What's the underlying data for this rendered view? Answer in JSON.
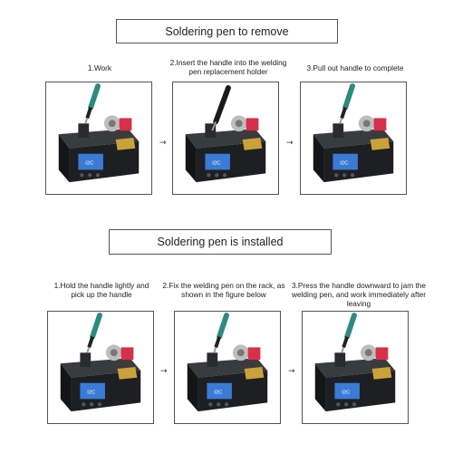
{
  "section_remove": {
    "title": "Soldering pen to remove",
    "steps": [
      {
        "label": "1.Work",
        "screen_text": "I2C"
      },
      {
        "label": "2.Insert the handle into the welding pen replacement holder",
        "screen_text": "I2C"
      },
      {
        "label": "3.Pull out handle to complete",
        "screen_text": "I2C"
      }
    ]
  },
  "section_install": {
    "title": "Soldering pen is installed",
    "steps": [
      {
        "label": "1.Hold the handle lightly and pick up the handle",
        "screen_text": "I2C"
      },
      {
        "label": "2.Fix the welding pen on the rack, as shown in the figure below",
        "screen_text": "I2C"
      },
      {
        "label": "3.Press the handle downward to jam the welding pen, and work immediately after leaving",
        "screen_text": "I2C"
      }
    ]
  },
  "arrow_glyph": "→",
  "colors": {
    "station_body": "#1e1f22",
    "screen": "#3a7bd5",
    "sponge": "#c9a23a",
    "handle": "#2c8a7e",
    "reel_red": "#d9304a"
  }
}
